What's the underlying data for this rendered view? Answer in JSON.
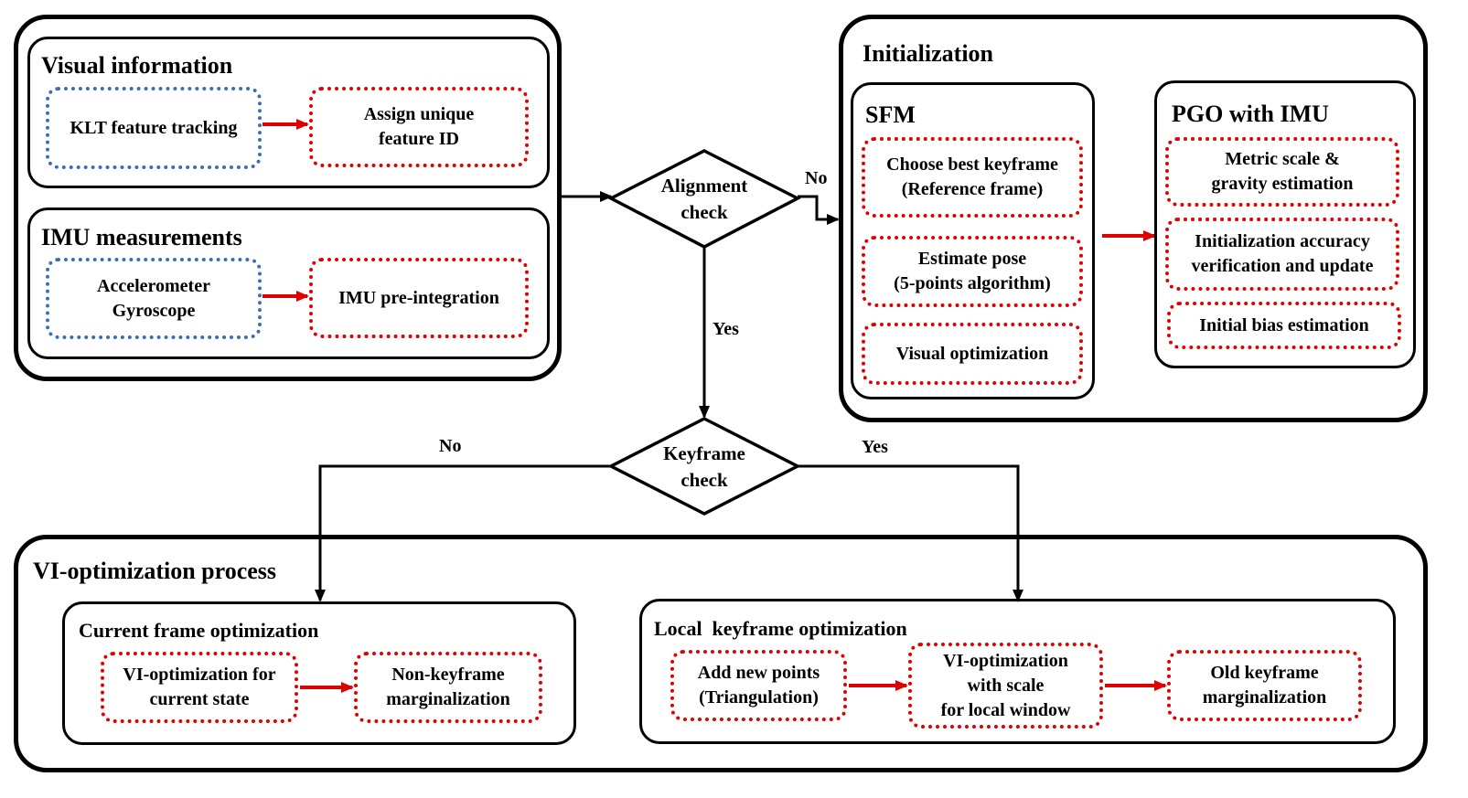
{
  "visual_group": {
    "title": "Visual information",
    "klt": "KLT feature tracking",
    "assign_id": "Assign unique\nfeature ID"
  },
  "imu_group": {
    "title": "IMU measurements",
    "sensors": "Accelerometer\nGyroscope",
    "preintegration": "IMU pre-integration"
  },
  "alignment_check": "Alignment\ncheck",
  "keyframe_check": "Keyframe\ncheck",
  "edges": {
    "alignment_no": "No",
    "alignment_yes": "Yes",
    "keyframe_no": "No",
    "keyframe_yes": "Yes"
  },
  "initialization": {
    "title": "Initialization",
    "sfm": {
      "title": "SFM",
      "steps": [
        "Choose best keyframe\n(Reference frame)",
        "Estimate pose\n(5-points algorithm)",
        "Visual optimization"
      ]
    },
    "pgo": {
      "title": "PGO with IMU",
      "steps": [
        "Metric scale &\ngravity estimation",
        "Initialization accuracy\nverification and update",
        "Initial bias estimation"
      ]
    }
  },
  "vi_process": {
    "title": "VI-optimization process",
    "current": {
      "title": "Current frame optimization",
      "steps": [
        "VI-optimization for\ncurrent state",
        "Non-keyframe\nmarginalization"
      ]
    },
    "local": {
      "title": "Local  keyframe optimization",
      "steps": [
        "Add new points\n(Triangulation)",
        "VI-optimization\nwith scale\nfor local window",
        "Old keyframe\nmarginalization"
      ]
    }
  },
  "colors": {
    "frame": "#000000",
    "sensor_box": "#3a6fb5",
    "process_box": "#e00000",
    "flow_arrow": "#e00000"
  }
}
